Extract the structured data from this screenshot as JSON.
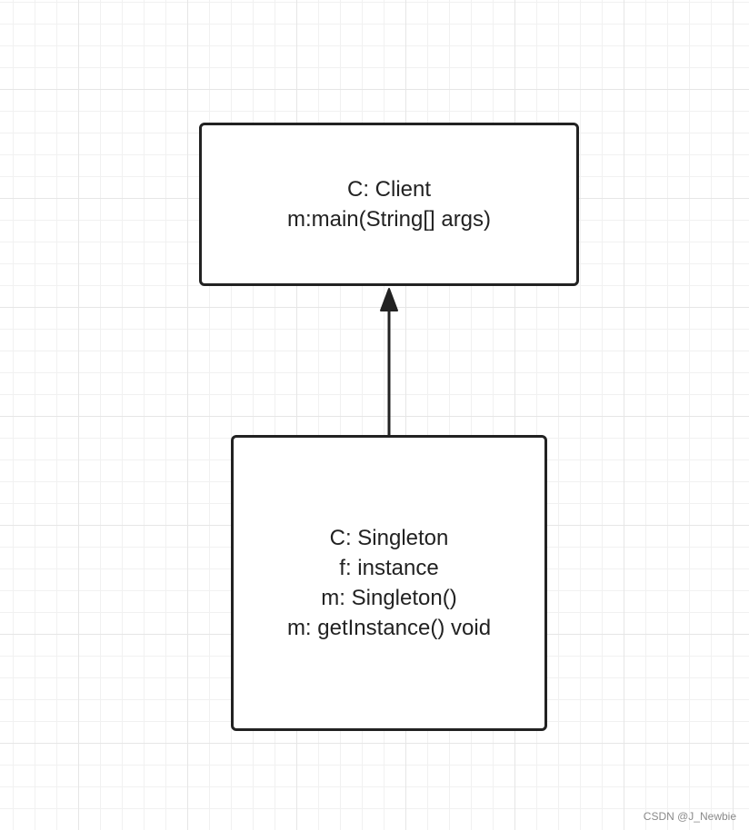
{
  "diagram": {
    "nodes": [
      {
        "id": "client",
        "lines": [
          "C: Client",
          "m:main(String[] args)"
        ]
      },
      {
        "id": "singleton",
        "lines": [
          "C: Singleton",
          "f: instance",
          "m: Singleton()",
          "m: getInstance() void"
        ]
      }
    ],
    "edges": [
      {
        "from": "singleton",
        "to": "client",
        "arrow": "filled-triangle"
      }
    ],
    "colors": {
      "stroke": "#222222",
      "grid": "#e6e6e6",
      "background": "#ffffff"
    }
  },
  "watermark": "CSDN @J_Newbie"
}
